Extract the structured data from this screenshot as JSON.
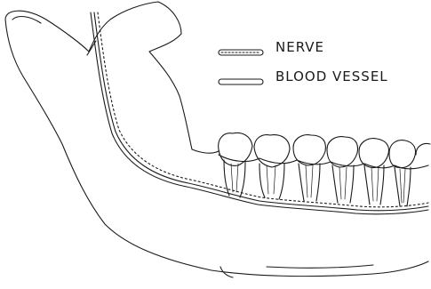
{
  "legend": [
    {
      "key": "nerve",
      "label": "NERVE",
      "icon": "nerve-swatch-icon"
    },
    {
      "key": "vessel",
      "label": "BLOOD VESSEL",
      "icon": "vessel-swatch-icon"
    }
  ],
  "colors": {
    "ink": "#1a1a1a",
    "background": "#ffffff"
  }
}
